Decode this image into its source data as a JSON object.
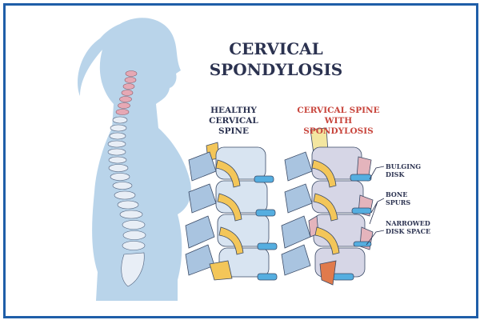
{
  "title": {
    "line1": "CERVICAL",
    "line2": "SPONDYLOSIS"
  },
  "healthy_label": {
    "line1": "HEALTHY CERVICAL",
    "line2": "SPINE"
  },
  "disease_label": {
    "line1": "CERVICAL SPINE WITH",
    "line2": "SPONDYLOSIS"
  },
  "annotations": [
    {
      "line1": "BULGING",
      "line2": "DISK"
    },
    {
      "line1": "BONE",
      "line2": "SPURS"
    },
    {
      "line1": "NARROWED",
      "line2": "DISK SPACE"
    }
  ],
  "colors": {
    "frame": "#1f5ea8",
    "title": "#2b3250",
    "accent": "#c8453c",
    "silhouette": "#b9d4ea"
  }
}
